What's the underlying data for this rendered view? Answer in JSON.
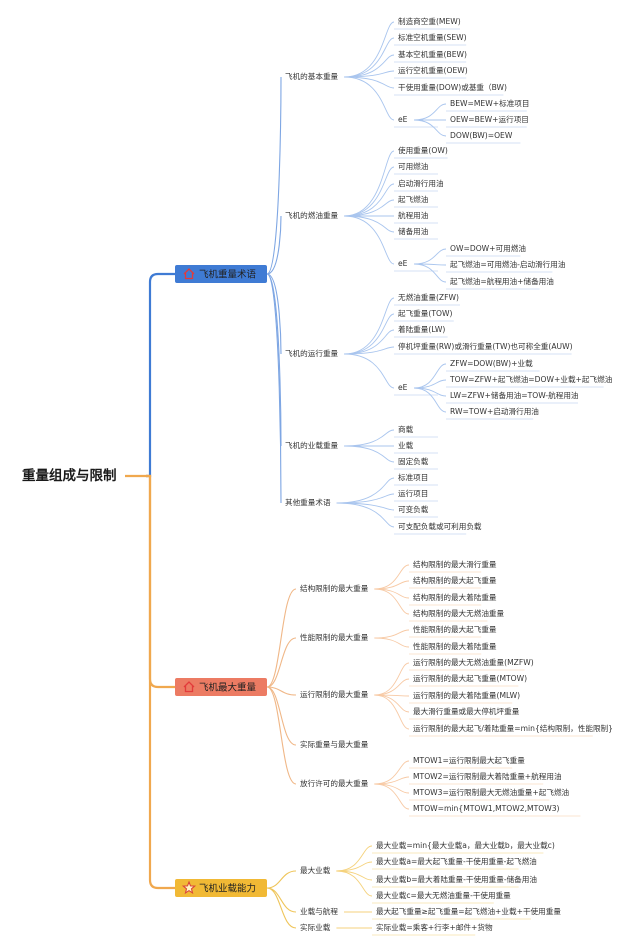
{
  "root": "重量组成与限制",
  "colors": {
    "blue": "#3f7bd4",
    "orange": "#f0a84e",
    "salmon": "#ec7b63",
    "gold": "#f1b935",
    "mainText": "#222222"
  },
  "branches": [
    {
      "label": "飞机重量术语",
      "icon": "house-icon",
      "color": "#3f7bd4",
      "children": [
        {
          "label": "飞机的基本重量",
          "children": [
            {
              "label": "制造商空重(MEW)"
            },
            {
              "label": "标准空机重量(SEW)"
            },
            {
              "label": "基本空机重量(BEW)"
            },
            {
              "label": "运行空机重量(OEW)"
            },
            {
              "label": "干使用重量(DOW)或基重（BW)"
            },
            {
              "label": "eE",
              "children": [
                {
                  "label": "BEW=MEW+标准项目"
                },
                {
                  "label": "OEW=BEW+运行项目"
                },
                {
                  "label": "DOW(BW)=OEW"
                }
              ]
            }
          ]
        },
        {
          "label": "飞机的燃油重量",
          "children": [
            {
              "label": "使用重量(OW)"
            },
            {
              "label": "可用燃油"
            },
            {
              "label": "启动滑行用油"
            },
            {
              "label": "起飞燃油"
            },
            {
              "label": "航程用油"
            },
            {
              "label": "储备用油"
            },
            {
              "label": "eE",
              "children": [
                {
                  "label": "OW=DOW+可用燃油"
                },
                {
                  "label": "起飞燃油=可用燃油-启动滑行用油"
                },
                {
                  "label": "起飞燃油=航程用油+储备用油"
                }
              ]
            }
          ]
        },
        {
          "label": "飞机的运行重量",
          "children": [
            {
              "label": "无燃油重量(ZFW)"
            },
            {
              "label": "起飞重量(TOW)"
            },
            {
              "label": "着陆重量(LW)"
            },
            {
              "label": "停机坪重量(RW)或滑行重量(TW)也可称全重(AUW)"
            },
            {
              "label": "eE",
              "children": [
                {
                  "label": "ZFW=DOW(BW)+业载"
                },
                {
                  "label": "TOW=ZFW+起飞燃油=DOW+业载+起飞燃油"
                },
                {
                  "label": "LW=ZFW+储备用油=TOW-航程用油"
                },
                {
                  "label": "RW=TOW+启动滑行用油"
                }
              ]
            }
          ]
        },
        {
          "label": "飞机的业载重量",
          "children": [
            {
              "label": "商载"
            },
            {
              "label": "业载"
            },
            {
              "label": "固定负载"
            }
          ]
        },
        {
          "label": "其他重量术语",
          "children": [
            {
              "label": "标准项目"
            },
            {
              "label": "运行项目"
            },
            {
              "label": "可变负载"
            },
            {
              "label": "可支配负载或可利用负载"
            }
          ]
        }
      ]
    },
    {
      "label": "飞机最大重量",
      "icon": "house-icon",
      "color": "#ec7b63",
      "children": [
        {
          "label": "结构限制的最大重量",
          "children": [
            {
              "label": "结构限制的最大滑行重量"
            },
            {
              "label": "结构限制的最大起飞重量"
            },
            {
              "label": "结构限制的最大着陆重量"
            },
            {
              "label": "结构限制的最大无燃油重量"
            }
          ]
        },
        {
          "label": "性能限制的最大重量",
          "children": [
            {
              "label": "性能限制的最大起飞重量"
            },
            {
              "label": "性能限制的最大着陆重量"
            }
          ]
        },
        {
          "label": "运行限制的最大重量",
          "children": [
            {
              "label": "运行限制的最大无燃油重量(MZFW)"
            },
            {
              "label": "运行限制的最大起飞重量(MTOW)"
            },
            {
              "label": "运行限制的最大着陆重量(MLW)"
            },
            {
              "label": "最大滑行重量或最大停机坪重量"
            },
            {
              "label": "运行限制的最大起飞/着陆重量=min{结构限制，性能限制}"
            }
          ]
        },
        {
          "label": "实际重量与最大重量",
          "children": []
        },
        {
          "label": "放行许可的最大重量",
          "children": [
            {
              "label": "MTOW1=运行限制最大起飞重量"
            },
            {
              "label": "MTOW2=运行限制最大着陆重量+航程用油"
            },
            {
              "label": "MTOW3=运行限制最大无燃油重量+起飞燃油"
            },
            {
              "label": "MTOW=min{MTOW1,MTOW2,MTOW3)"
            }
          ]
        }
      ]
    },
    {
      "label": "飞机业载能力",
      "icon": "star-icon",
      "color": "#f1b935",
      "children": [
        {
          "label": "最大业载",
          "children": [
            {
              "label": "最大业载=min{最大业载a，最大业载b，最大业载c)"
            },
            {
              "label": "最大业载a=最大起飞重量-干使用重量-起飞燃油"
            },
            {
              "label": "最大业载b=最大着陆重量-干使用重量-储备用油"
            },
            {
              "label": "最大业载c=最大无燃油重量-干使用重量"
            }
          ]
        },
        {
          "label": "业载与航程",
          "children": [
            {
              "label": "最大起飞重量≥起飞重量=起飞燃油+业载+干使用重量"
            }
          ]
        },
        {
          "label": "实际业载",
          "children": [
            {
              "label": "实际业载=乘客+行李+邮件+货物"
            }
          ]
        }
      ]
    }
  ]
}
